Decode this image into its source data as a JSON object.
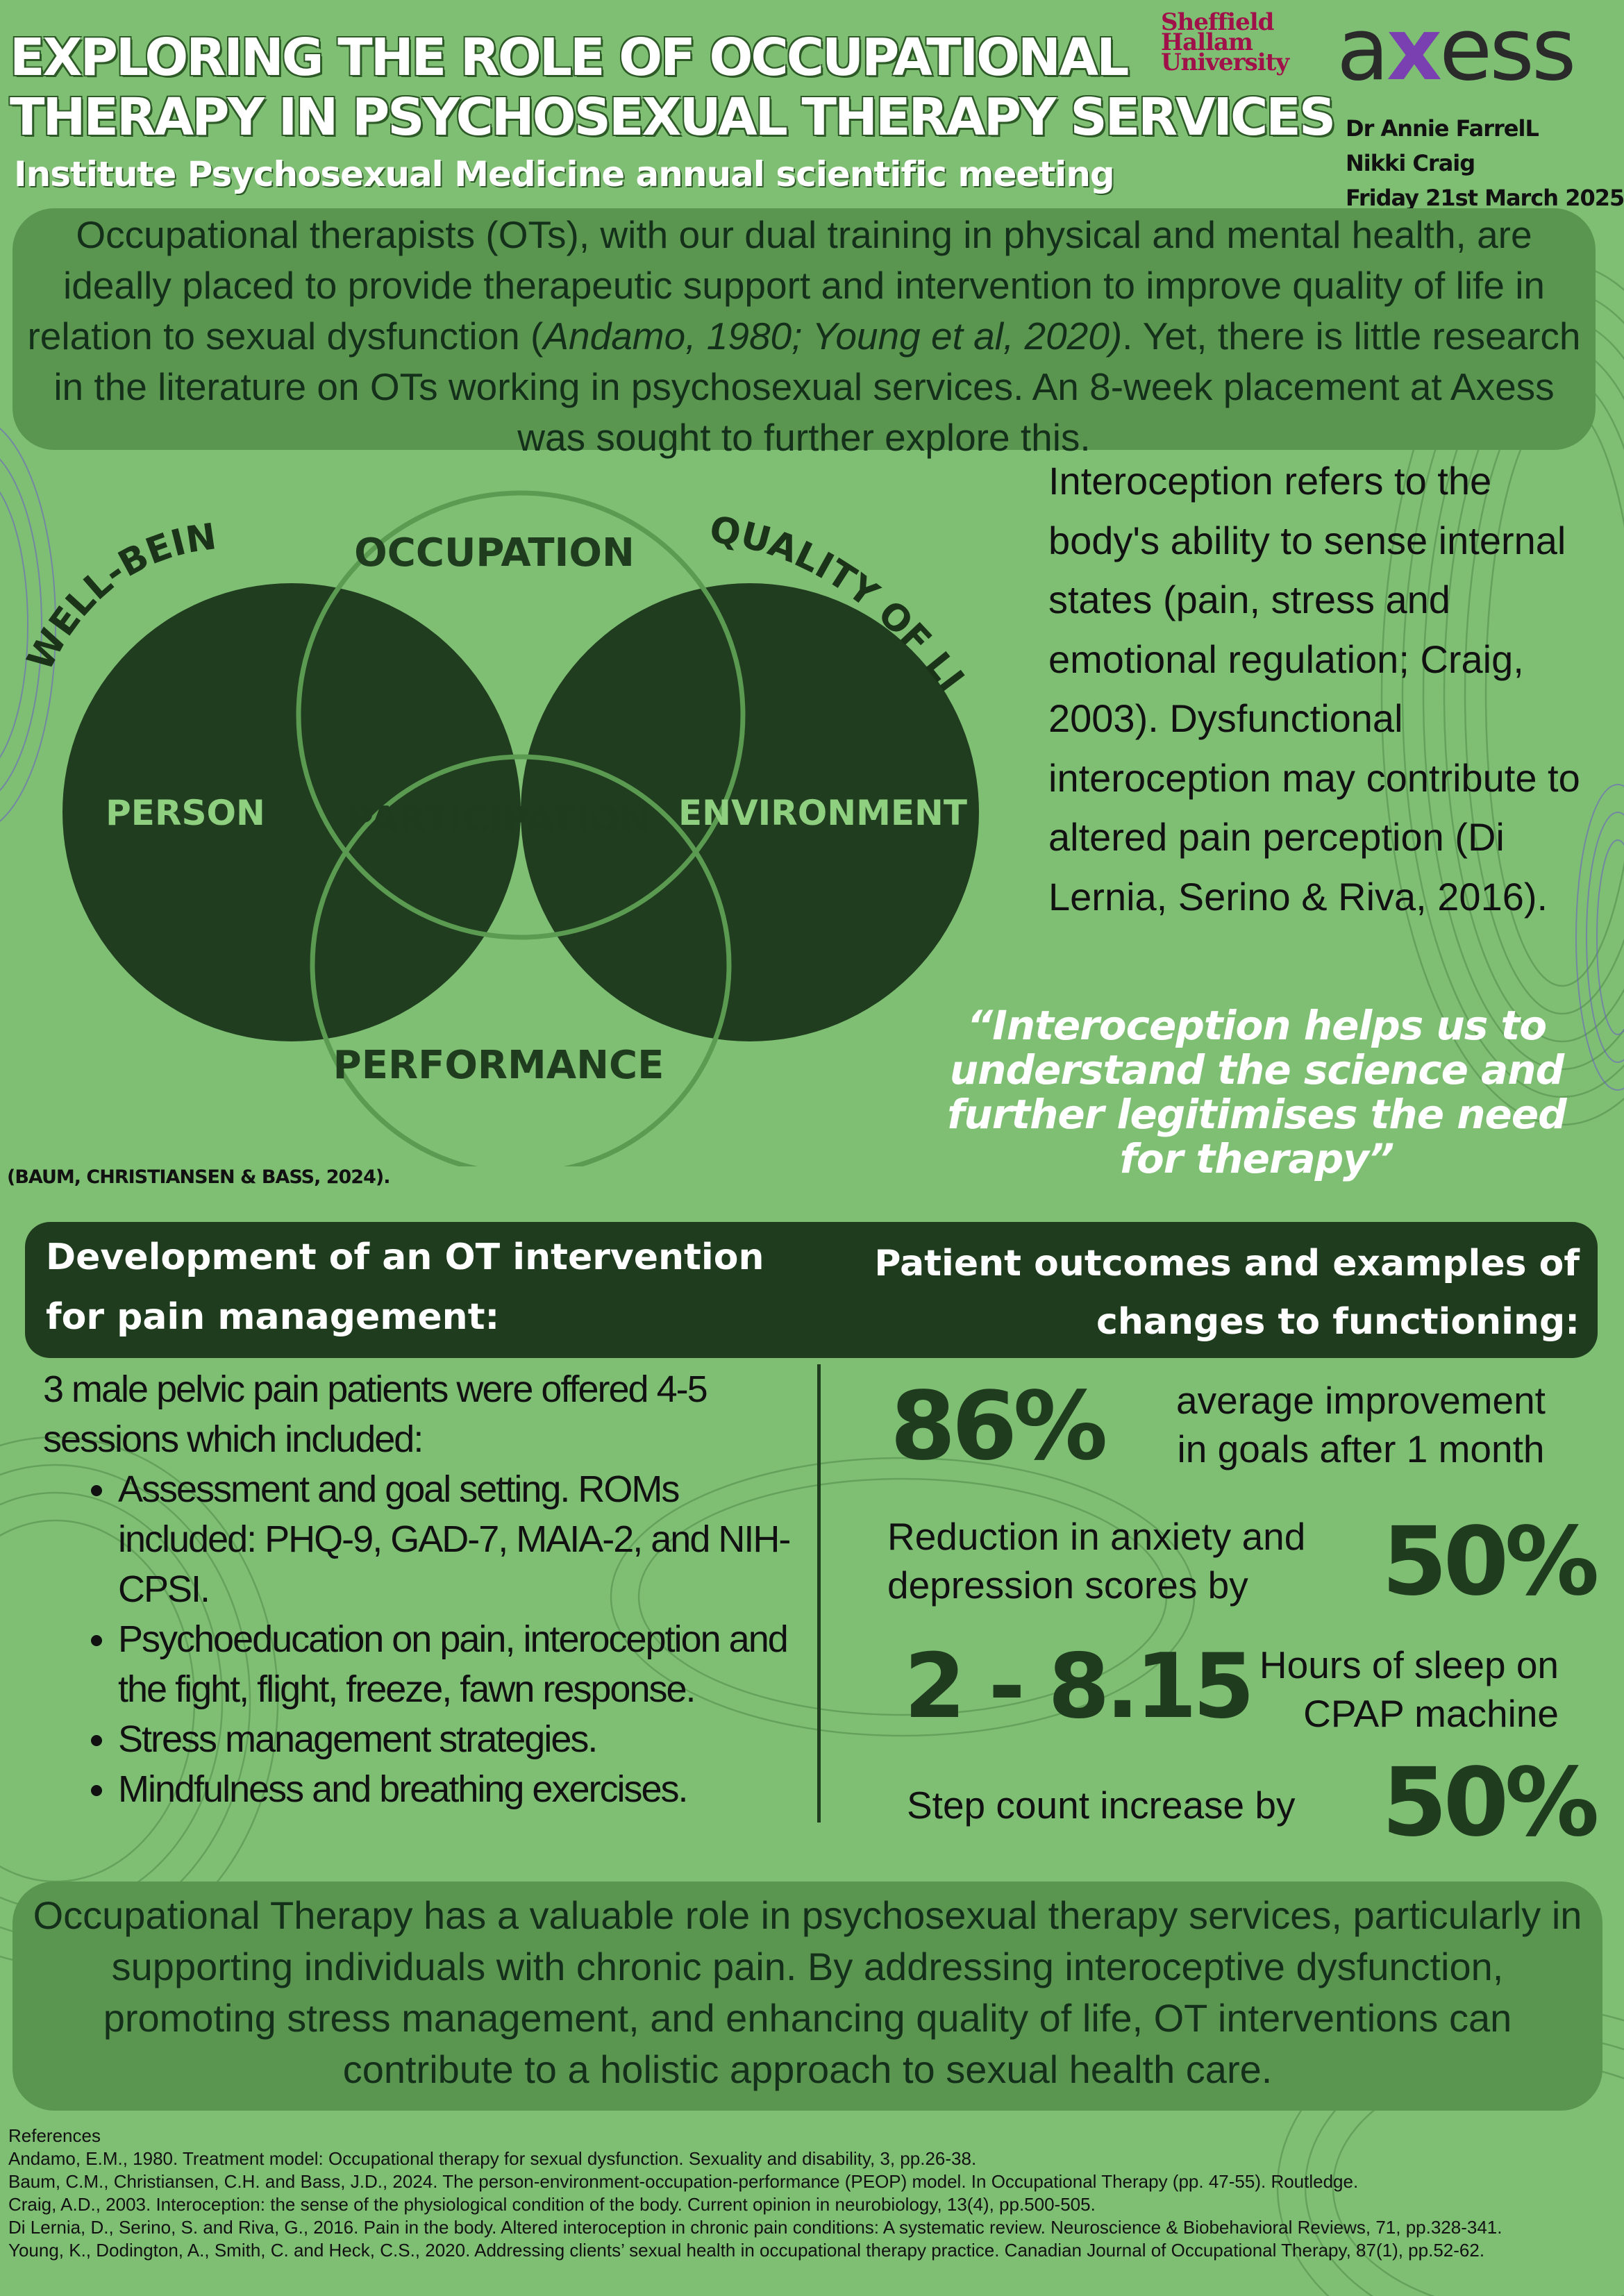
{
  "header": {
    "title_lines": [
      "EXPLORING THE ROLE OF OCCUPATIONAL",
      "THERAPY IN PSYCHOSEXUAL THERAPY SERVICES"
    ],
    "subtitle": "Institute Psychosexual Medicine annual scientific meeting",
    "university_logo_lines": [
      "Sheffield",
      "Hallam",
      "University"
    ],
    "axess_logo": {
      "pre": "a",
      "x": "x",
      "post": "ess"
    },
    "authors": [
      "Dr Annie FarrelL",
      "Nikki Craig",
      "Friday 21st March 2025"
    ]
  },
  "intro": {
    "before_citation": "Occupational therapists (OTs), with our dual training in physical and mental health, are ideally placed to provide therapeutic support and intervention to improve quality of life in relation to sexual dysfunction (",
    "citation": "Andamo, 1980; Young et al, 2020)",
    "after_citation": ". Yet, there is little research in the literature on OTs working in psychosexual services. An 8-week placement at Axess was sought to further explore this."
  },
  "venn": {
    "outer": {
      "well_being": "WELL-BEING",
      "occupation": "OCCUPATION",
      "quality_of_life": "QUALITY OF LIFE",
      "performance": "PERFORMANCE"
    },
    "person": "PERSON",
    "participation": "PARTICIPATION",
    "environment": "ENVIRONMENT",
    "reference": "(BAUM, CHRISTIANSEN & BASS, 2024)."
  },
  "interoception": {
    "text": "Interoception refers to the body's ability to sense internal states (pain, stress and emotional regulation; Craig, 2003). Dysfunctional interoception may contribute to altered pain perception (Di Lernia, Serino & Riva, 2016).",
    "quote": "“Interoception helps us to understand the science and further legitimises the need for therapy”"
  },
  "banner": {
    "left": "Development of an OT intervention for pain management:",
    "right": "Patient outcomes and examples of changes to functioning:"
  },
  "intervention": {
    "intro": "3 male pelvic pain patients were offered 4-5 sessions which included:",
    "bullets": [
      "Assessment and goal setting. ROMs included: PHQ-9, GAD-7, MAIA-2, and NIH-CPSI.",
      "Psychoeducation on pain, interoception and the fight, flight, freeze, fawn response.",
      "Stress management strategies.",
      "Mindfulness and breathing exercises."
    ]
  },
  "outcomes": {
    "goals": {
      "value": "86%",
      "text_lines": [
        "average improvement",
        "in goals after 1 month"
      ]
    },
    "anxiety": {
      "value": "50%",
      "text_lines": [
        "Reduction in anxiety and",
        "depression scores by"
      ]
    },
    "sleep": {
      "value": "2 - 8.15",
      "text_lines": [
        "Hours of sleep on",
        "CPAP machine"
      ]
    },
    "steps": {
      "value": "50%",
      "text": "Step count increase by"
    }
  },
  "conclusion": "Occupational Therapy has a valuable role in psychosexual therapy services, particularly in supporting individuals with chronic pain. By addressing interoceptive dysfunction, promoting stress management, and enhancing quality of life, OT interventions can contribute to a holistic approach to sexual health care.",
  "references": {
    "heading": "References",
    "items": [
      "Andamo, E.M., 1980. Treatment model: Occupational therapy for sexual dysfunction. Sexuality and disability, 3, pp.26-38.",
      "Baum, C.M., Christiansen, C.H. and Bass, J.D., 2024. The person-environment-occupation-performance (PEOP) model. In Occupational Therapy (pp. 47-55). Routledge.",
      "Craig, A.D., 2003. Interoception: the sense of the physiological condition of the body. Current opinion in neurobiology, 13(4), pp.500-505.",
      "Di Lernia, D., Serino, S. and Riva, G., 2016. Pain in the body. Altered interoception in chronic pain conditions: A systematic review. Neuroscience & Biobehavioral Reviews, 71, pp.328-341.",
      "Young, K., Dodington, A., Smith, C. and Heck, C.S., 2020. Addressing clients’ sexual health in occupational therapy practice. Canadian Journal of Occupational Therapy, 87(1), pp.52-62."
    ]
  },
  "colors": {
    "background": "#7fbf74",
    "rounded_box": "#5a9650",
    "dark_green": "#1f3d1e",
    "circle_fill": "#203d1f",
    "light_label": "#8fcf80",
    "accent_purple": "#7a3fb0",
    "shu_red": "#a0114a"
  }
}
